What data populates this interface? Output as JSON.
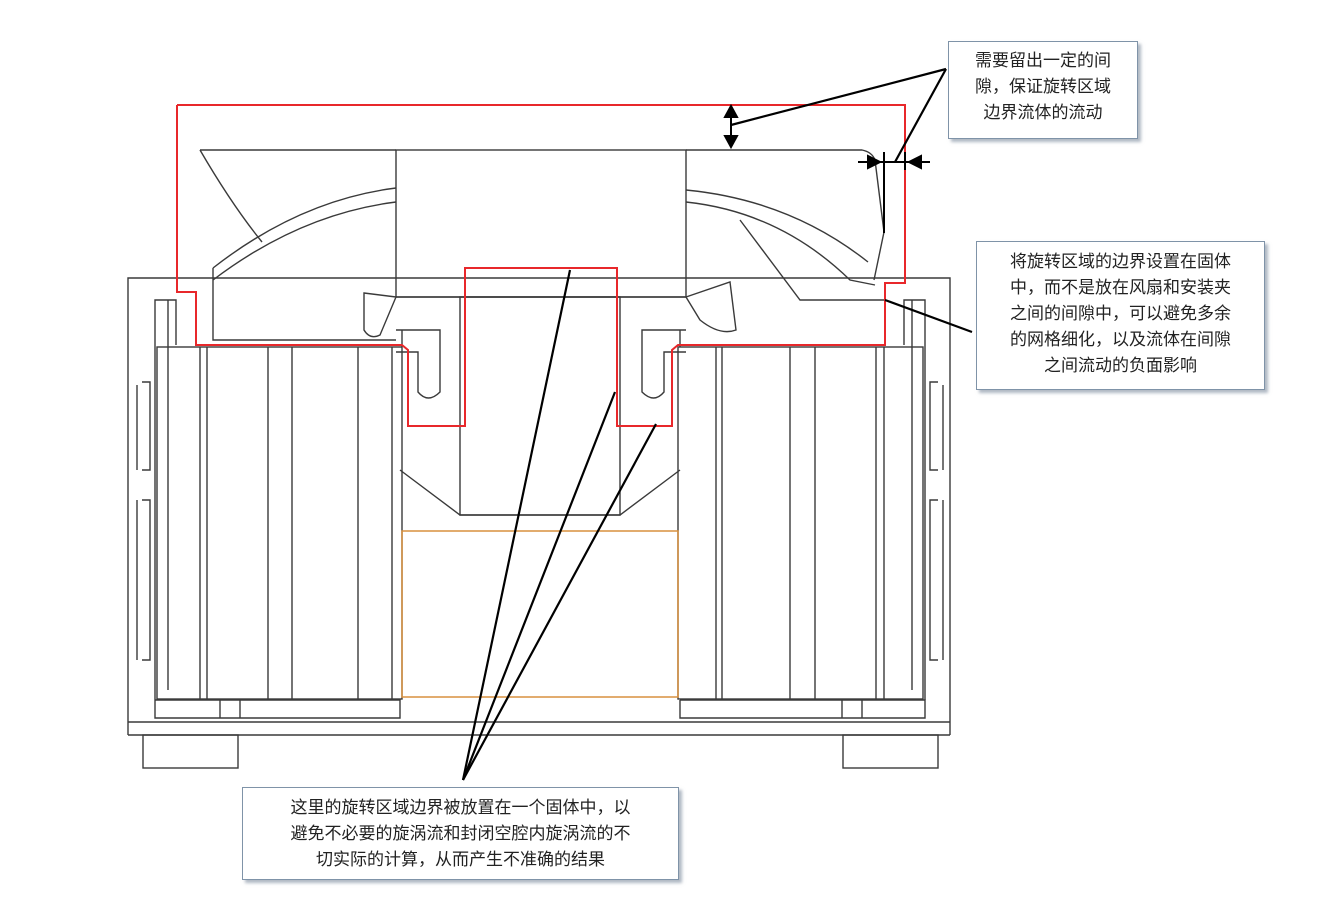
{
  "callouts": {
    "gap_note": {
      "lines": [
        "需要留出一定的间",
        "隙，保证旋转区域",
        "边界流体的流动"
      ]
    },
    "boundary_note": {
      "lines": [
        "将旋转区域的边界设置在固体",
        "中，而不是放在风扇和安装夹",
        "之间的间隙中，可以避免多余",
        "的网格细化，以及流体在间隙",
        "之间流动的负面影响"
      ]
    },
    "center_note": {
      "lines": [
        "这里的旋转区域边界被放置在一个固体中，以",
        "避免不必要的旋涡流和封闭空腔内旋涡流的不",
        "切实际的计算，从而产生不准确的结果"
      ]
    }
  },
  "colors": {
    "drawing_line": "#3a3a3a",
    "rotating_boundary": "#e8282b",
    "cavity_outline": "#d9913f",
    "leader_line": "#000000",
    "callout_border": "#7f93a8"
  }
}
